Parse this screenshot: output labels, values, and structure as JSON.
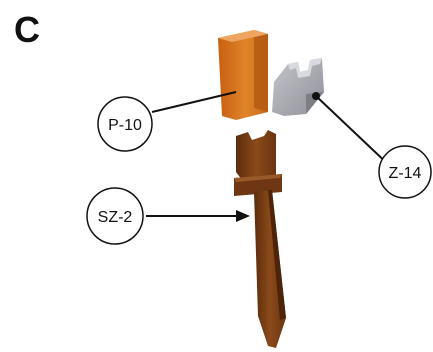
{
  "panel": {
    "letter": "C"
  },
  "parts": [
    {
      "id": "p10",
      "label": "P-10",
      "color": "#d8781e"
    },
    {
      "id": "z14",
      "label": "Z-14",
      "color": "#a9abb3"
    },
    {
      "id": "sz2",
      "label": "SZ-2",
      "color": "#7a3f14"
    }
  ],
  "colors": {
    "outline": "#111111",
    "callout_fill": "#ffffff",
    "background": "#ffffff"
  }
}
